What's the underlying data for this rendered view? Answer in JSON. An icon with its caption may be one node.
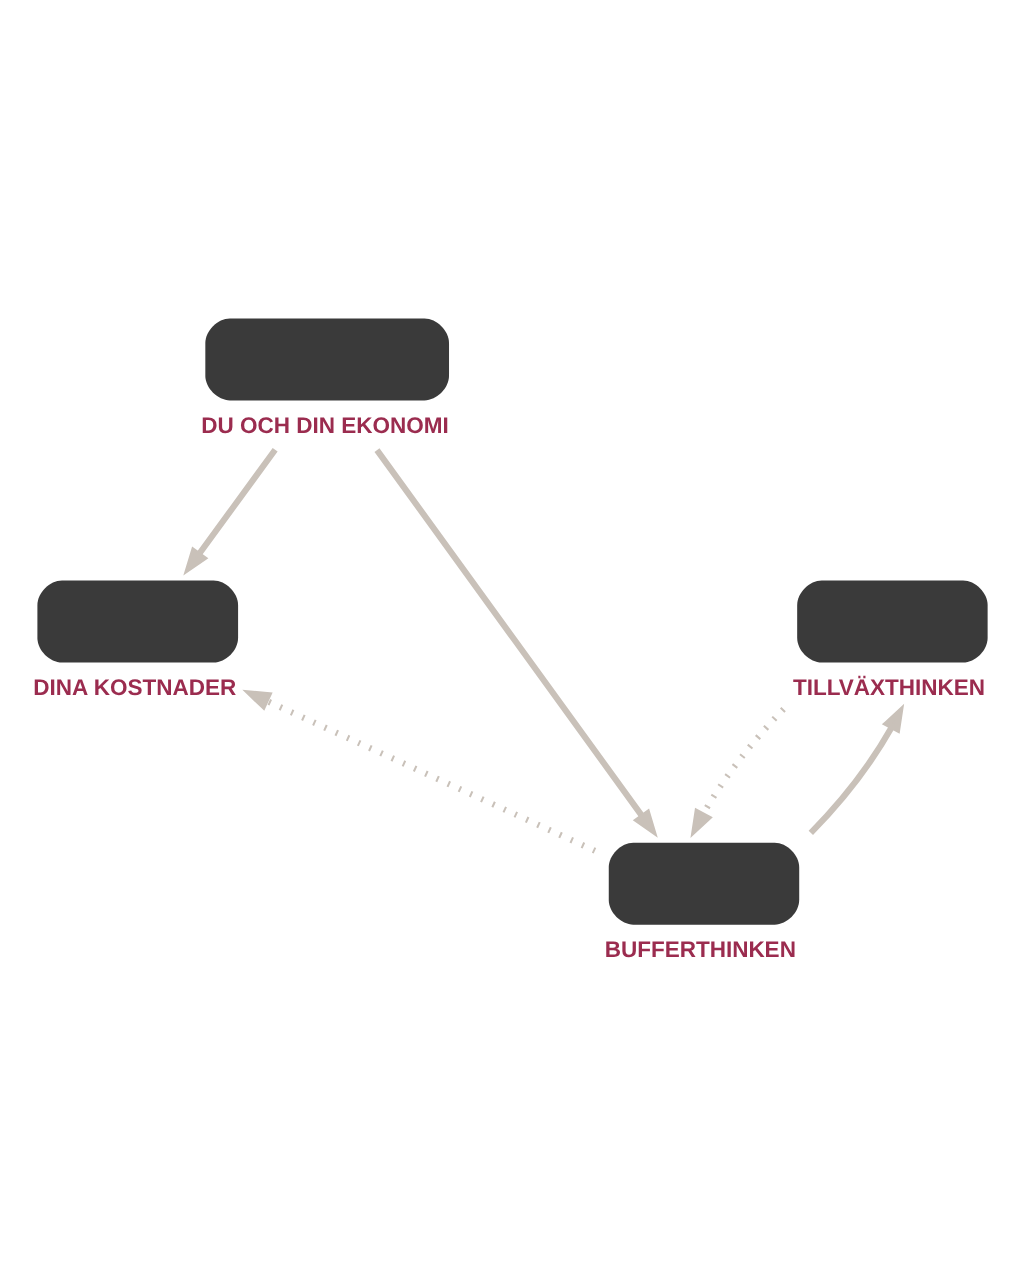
{
  "diagram": {
    "nodes": [
      {
        "text": [
          "DU OCH DIN EKONOMI"
        ]
      },
      {
        "text": [
          "DINA KOSTNADER"
        ]
      },
      {
        "text": [
          "BUFFERTHINKEN"
        ]
      },
      {
        "text": [
          "TILLVÄXTHINKEN"
        ]
      }
    ],
    "edges": [
      {
        "from": 0,
        "to": 1,
        "arrow": "to"
      },
      {
        "from": 0,
        "to": 2,
        "arrow": "to"
      },
      {
        "from": 2,
        "to": 3,
        "arrow": "to"
      },
      {
        "from": 2,
        "to": 1,
        "arrow": "to",
        "style": "dashed"
      },
      {
        "from": 3,
        "to": 2,
        "arrow": "to",
        "style": "dashed"
      }
    ]
  }
}
